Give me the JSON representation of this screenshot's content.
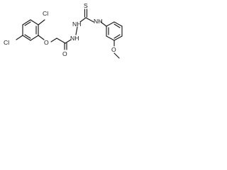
{
  "molecule": {
    "atoms": {
      "cl_upper": "Cl",
      "cl_left": "Cl",
      "ether_o": "O",
      "carbonyl_o": "O",
      "nh_1": "NH",
      "nh_2": "NH",
      "nh_3": "NH",
      "thione_s": "S",
      "methoxy_o": "O"
    }
  }
}
